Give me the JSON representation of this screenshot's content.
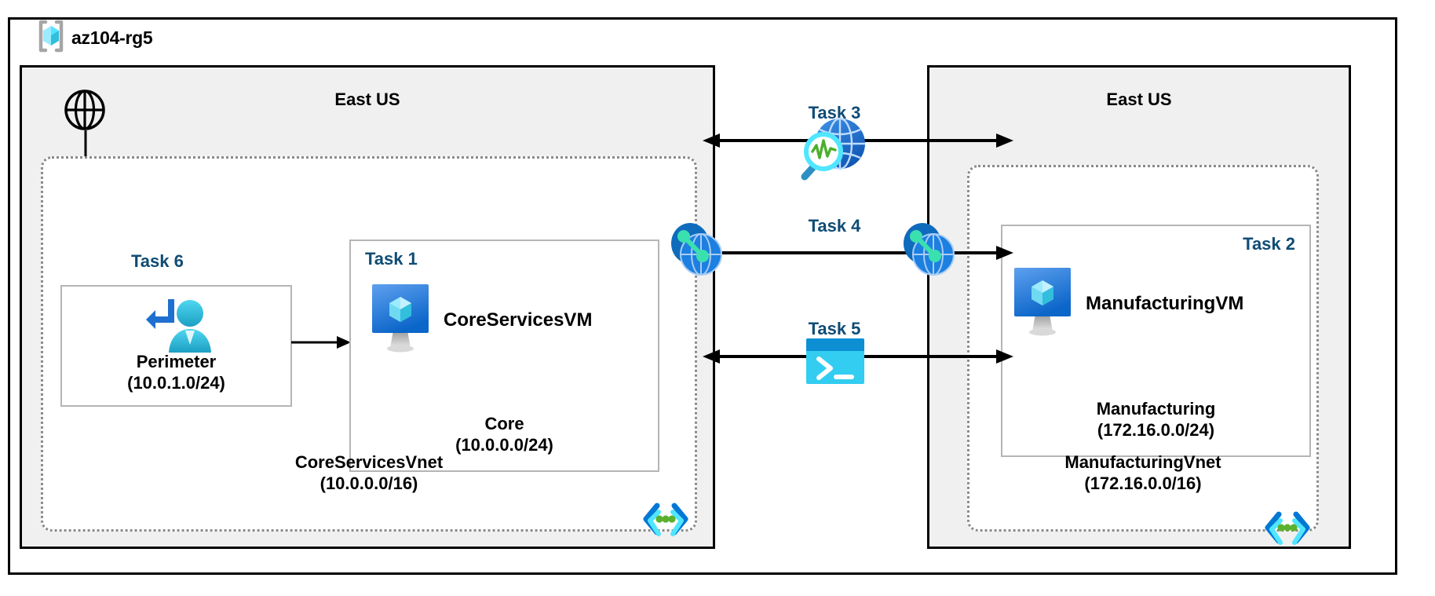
{
  "diagram": {
    "resource_group": {
      "name": "az104-rg5",
      "icon": "resource-group-icon"
    },
    "regions": [
      {
        "id": "left",
        "title": "East US"
      },
      {
        "id": "right",
        "title": "East US"
      }
    ],
    "vnets": [
      {
        "id": "coreservices",
        "name": "CoreServicesVnet",
        "address_space": "(10.0.0.0/16)",
        "icon": "code-brackets-icon"
      },
      {
        "id": "manufacturing",
        "name": "ManufacturingVnet",
        "address_space": "(172.16.0.0/16)",
        "icon": "code-brackets-icon"
      }
    ],
    "subnets": [
      {
        "id": "perimeter",
        "name": "Perimeter",
        "address_space": "(10.0.1.0/24)",
        "task": "Task 6",
        "icon": "bastion-user-icon"
      },
      {
        "id": "core",
        "name": "Core",
        "address_space": "(10.0.0.0/24)",
        "task": "Task 1",
        "vm": "CoreServicesVM",
        "icon": "virtual-machine-icon"
      },
      {
        "id": "manufacturing",
        "name": "Manufacturing",
        "address_space": "(172.16.0.0/24)",
        "task": "Task 2",
        "vm": "ManufacturingVM",
        "icon": "virtual-machine-icon"
      }
    ],
    "connections": [
      {
        "id": "task3",
        "task": "Task 3",
        "icon": "network-watcher-icon"
      },
      {
        "id": "task4",
        "task": "Task 4",
        "icon": "vnet-peering-icon"
      },
      {
        "id": "task5",
        "task": "Task 5",
        "icon": "cloud-shell-icon"
      }
    ],
    "internet": {
      "icon": "internet-globe-icon"
    },
    "colors": {
      "task_label": "#0f4c75",
      "region_fill": "#f0f0f0",
      "vnet_border": "#8a8a8a",
      "subnet_border": "#b5b5b5",
      "azure_blue": "#0078d4",
      "azure_cyan": "#50e6ff",
      "green_dot": "#5bb12f",
      "outline": "#000000"
    }
  }
}
